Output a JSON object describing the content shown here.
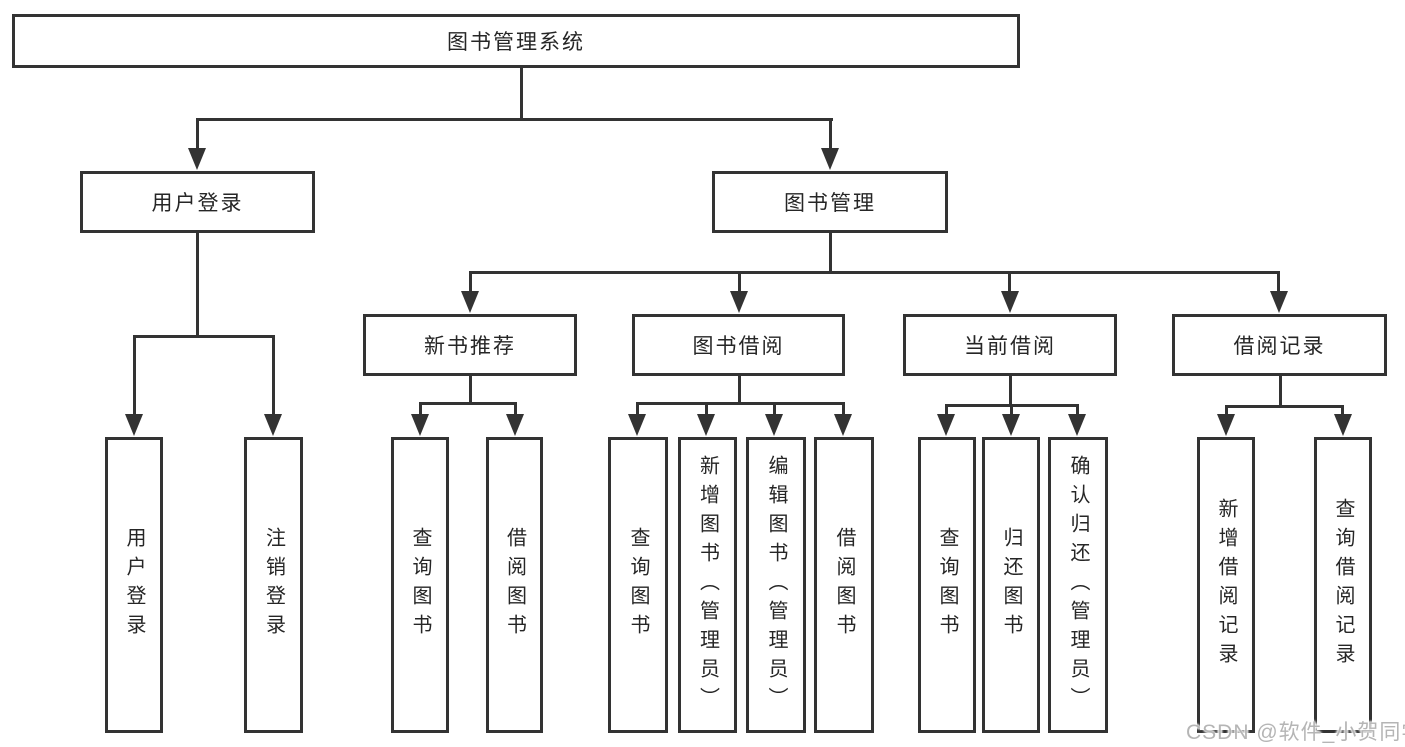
{
  "tree": {
    "root": {
      "label": "图书管理系统"
    },
    "branches": [
      {
        "label": "用户登录",
        "children": [
          {
            "label": "用户登录"
          },
          {
            "label": "注销登录"
          }
        ]
      },
      {
        "label": "图书管理",
        "groups": [
          {
            "label": "新书推荐",
            "children": [
              {
                "label": "查询图书"
              },
              {
                "label": "借阅图书"
              }
            ]
          },
          {
            "label": "图书借阅",
            "children": [
              {
                "label": "查询图书"
              },
              {
                "label": "新增图书（管理员）"
              },
              {
                "label": "编辑图书（管理员）"
              },
              {
                "label": "借阅图书"
              }
            ]
          },
          {
            "label": "当前借阅",
            "children": [
              {
                "label": "查询图书"
              },
              {
                "label": "归还图书"
              },
              {
                "label": "确认归还（管理员）"
              }
            ]
          },
          {
            "label": "借阅记录",
            "children": [
              {
                "label": "新增借阅记录"
              },
              {
                "label": "查询借阅记录"
              }
            ]
          }
        ]
      }
    ]
  },
  "watermark": {
    "text": "CSDN @软件_小贺同学",
    "color": "#b5b5b5"
  },
  "colors": {
    "line": "#333333",
    "text": "#262626",
    "background": "#ffffff"
  }
}
